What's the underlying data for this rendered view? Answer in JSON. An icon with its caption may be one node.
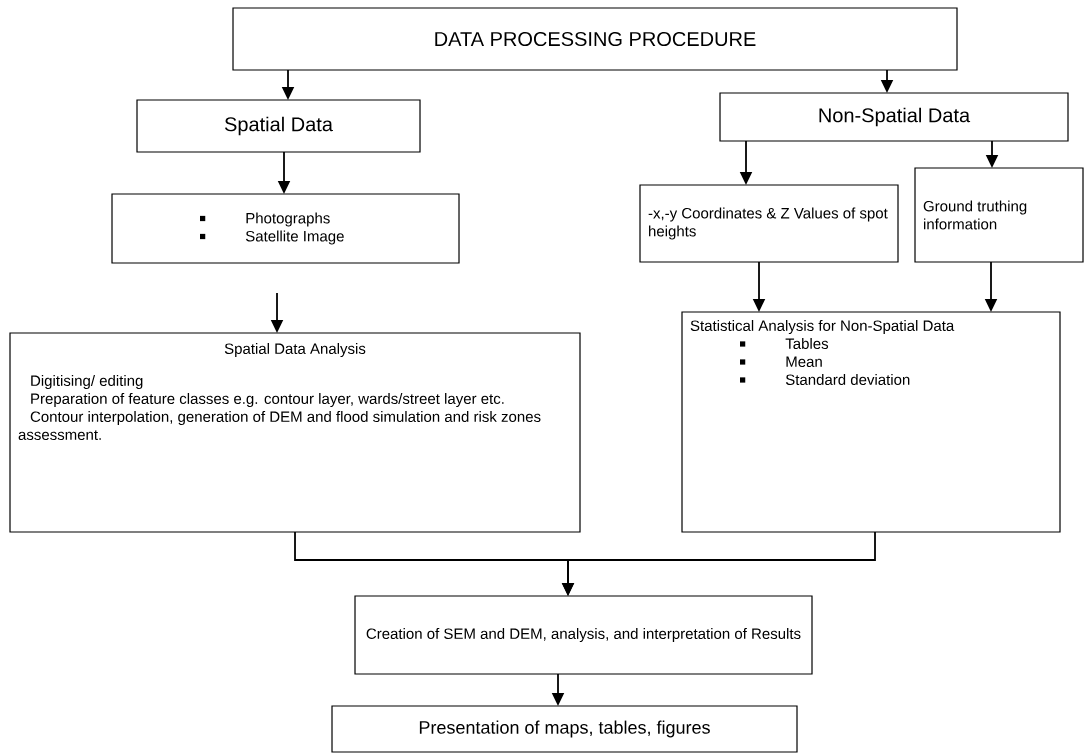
{
  "diagram": {
    "nodes": [
      {
        "text": [
          "DATA PROCESSING PROCEDURE"
        ]
      },
      {
        "text": [
          "Spatial Data"
        ]
      },
      {
        "text": [
          "Non-Spatial Data"
        ]
      },
      {
        "text": [
          "Photographs",
          "Satellite Image"
        ]
      },
      {
        "text": [
          "-x,-y Coordinates & Z Values of spot heights"
        ]
      },
      {
        "text": [
          "Ground truthing information"
        ]
      },
      {
        "text": [
          "Spatial Data Analysis",
          "Digitising/ editing",
          "Preparation of feature classes e.g. contour layer, wards/street layer etc.",
          "Contour interpolation, generation of DEM and flood simulation and risk zones assessment."
        ]
      },
      {
        "text": [
          "Statistical Analysis for Non-Spatial Data",
          "Tables",
          "Mean",
          "Standard deviation"
        ]
      },
      {
        "text": [
          "Creation of SEM and DEM, analysis, and interpretation of Results"
        ]
      },
      {
        "text": [
          "Presentation of maps, tables, figures"
        ]
      }
    ],
    "edges": [
      {
        "from": 0,
        "to": 1,
        "arrow": "to"
      },
      {
        "from": 0,
        "to": 2,
        "arrow": "to"
      },
      {
        "from": 1,
        "to": 3,
        "arrow": "to"
      },
      {
        "from": 2,
        "to": 4,
        "arrow": "to"
      },
      {
        "from": 2,
        "to": 5,
        "arrow": "to"
      },
      {
        "from": 3,
        "to": 6,
        "arrow": "to"
      },
      {
        "from": 4,
        "to": 7,
        "arrow": "to"
      },
      {
        "from": 5,
        "to": 7,
        "arrow": "to"
      },
      {
        "from": 6,
        "to": 8,
        "arrow": "to"
      },
      {
        "from": 7,
        "to": 8,
        "arrow": "to"
      },
      {
        "from": 8,
        "to": 9,
        "arrow": "to"
      }
    ]
  }
}
